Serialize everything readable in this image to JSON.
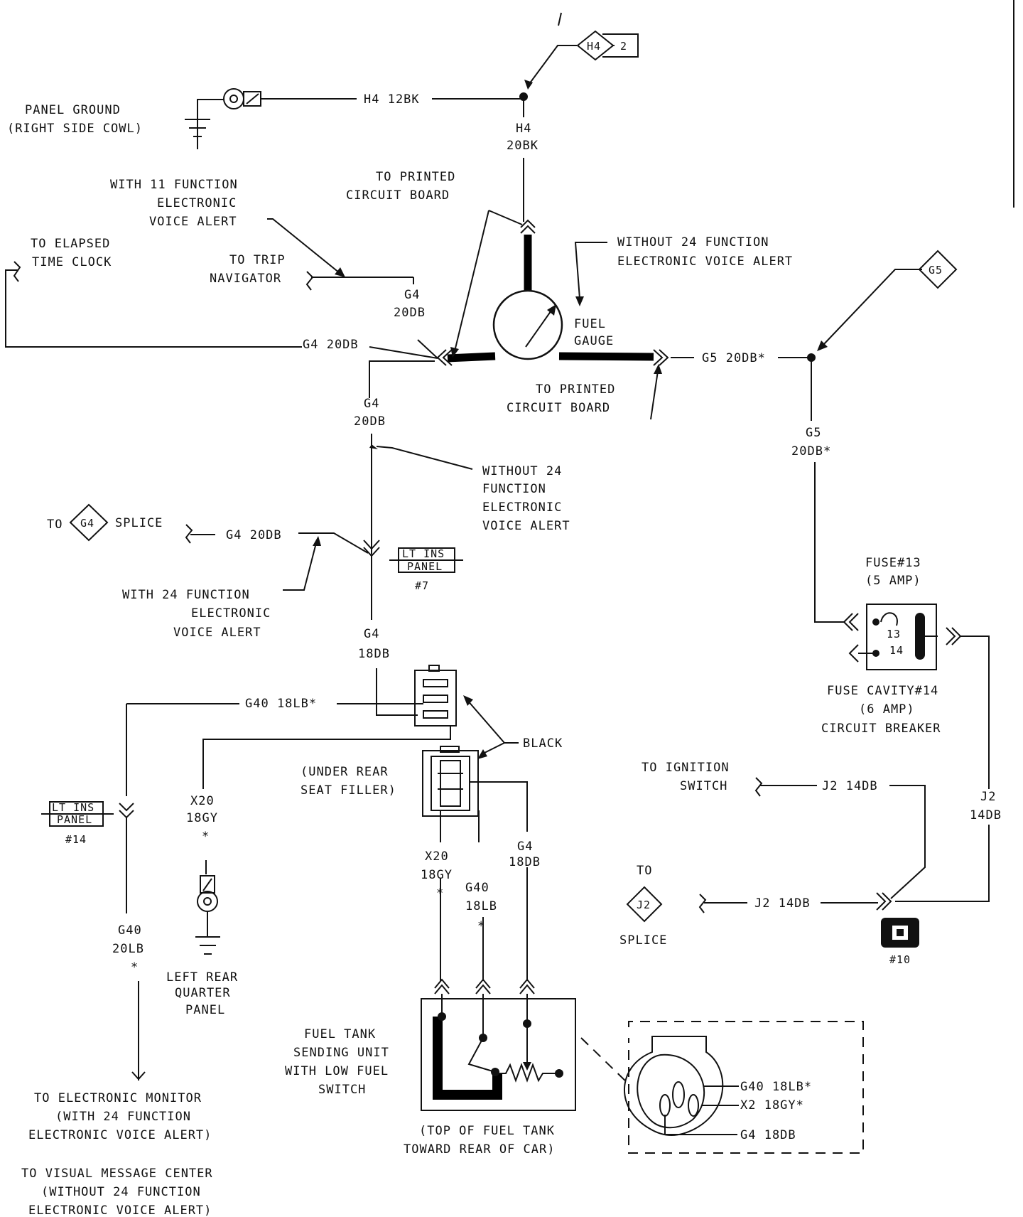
{
  "labels": {
    "panel_ground_1": "PANEL GROUND",
    "panel_ground_2": "(RIGHT SIDE COWL)",
    "h4_12bk": "H4 12BK",
    "h4_connector": "H4",
    "h4_connector_num": "2",
    "h4_vert_1": "H4",
    "h4_vert_2": "20BK",
    "to_pcb_top_1": "TO PRINTED",
    "to_pcb_top_2": "CIRCUIT BOARD",
    "with11_1": "WITH 11 FUNCTION",
    "with11_2": "ELECTRONIC",
    "with11_3": "VOICE ALERT",
    "elapsed_1": "TO ELAPSED",
    "elapsed_2": "TIME CLOCK",
    "trip_1": "TO TRIP",
    "trip_2": "NAVIGATOR",
    "without24_top_1": "WITHOUT 24 FUNCTION",
    "without24_top_2": "ELECTRONIC VOICE ALERT",
    "g5_connector": "G5",
    "g4_200b_a_1": "G4",
    "g4_200b_a_2": "20DB",
    "fuel_gauge_1": "FUEL",
    "fuel_gauge_2": "GAUGE",
    "g4_200b_line": "G4 20DB",
    "g5_200b_line": "G5 20DB*",
    "to_pcb_bot_1": "TO PRINTED",
    "to_pcb_bot_2": "CIRCUIT BOARD",
    "g4_200b_b_1": "G4",
    "g4_200b_b_2": "20DB",
    "g5_vert_1": "G5",
    "g5_vert_2": "20DB*",
    "without24_mid_1": "WITHOUT 24",
    "without24_mid_2": "FUNCTION",
    "without24_mid_3": "ELECTRONIC",
    "without24_mid_4": "VOICE ALERT",
    "to": "TO",
    "g4_splice_connector": "G4",
    "splice": "SPLICE",
    "g4_200b_splice": "G4 20DB",
    "lt_ins_panel_1": "LT INS",
    "lt_ins_panel_2": "PANEL",
    "lt_num_7": "#7",
    "with24_1": "WITH 24 FUNCTION",
    "with24_2": "ELECTRONIC",
    "with24_3": "VOICE ALERT",
    "fuse13_1": "FUSE#13",
    "fuse13_2": "(5 AMP)",
    "fuse_13": "13",
    "fuse_14": "14",
    "g4_18db_1": "G4",
    "g4_18db_2": "18DB",
    "g40_18lb_line": "G40 18LB*",
    "black": "BLACK",
    "fuse_cavity_1": "FUSE CAVITY#14",
    "fuse_cavity_2": "(6 AMP)",
    "fuse_cavity_3": "CIRCUIT BREAKER",
    "under_rear_1": "(UNDER REAR",
    "under_rear_2": "SEAT FILLER)",
    "ignition_1": "TO IGNITION",
    "ignition_2": "SWITCH",
    "j2_140b_a": "J2 14DB",
    "j2_vert_1": "J2",
    "j2_vert_2": "14DB",
    "lt_num_14": "#14",
    "x20_18gy_a_1": "X20",
    "x20_18gy_a_2": "18GY",
    "x20_18gy_b_1": "X20",
    "x20_18gy_b_2": "18GY",
    "g4_18db_c_1": "G4",
    "g4_18db_c_2": "18DB",
    "g40_18lb_c_1": "G40",
    "g40_18lb_c_2": "18LB",
    "to_j2": "TO",
    "j2_connector": "J2",
    "j2_splice": "SPLICE",
    "j2_140b_b": "J2 14DB",
    "num_10": "#10",
    "g40_20lb_1": "G40",
    "g40_20lb_2": "20LB",
    "left_rear_1": "LEFT REAR",
    "left_rear_2": "QUARTER",
    "left_rear_3": "PANEL",
    "sending_1": "FUEL TANK",
    "sending_2": "SENDING UNIT",
    "sending_3": "WITH LOW FUEL",
    "sending_4": "SWITCH",
    "conn_g40": "G40 18LB*",
    "conn_x2": "X2 18GY*",
    "conn_g4": "G4 18DB",
    "top_tank_1": "(TOP OF FUEL TANK",
    "top_tank_2": "TOWARD REAR OF CAR)",
    "monitor_1": "TO ELECTRONIC MONITOR",
    "monitor_2": "(WITH 24 FUNCTION",
    "monitor_3": "ELECTRONIC VOICE ALERT)",
    "vmc_1": "TO VISUAL MESSAGE CENTER",
    "vmc_2": "(WITHOUT 24 FUNCTION",
    "vmc_3": "ELECTRONIC VOICE ALERT)"
  }
}
